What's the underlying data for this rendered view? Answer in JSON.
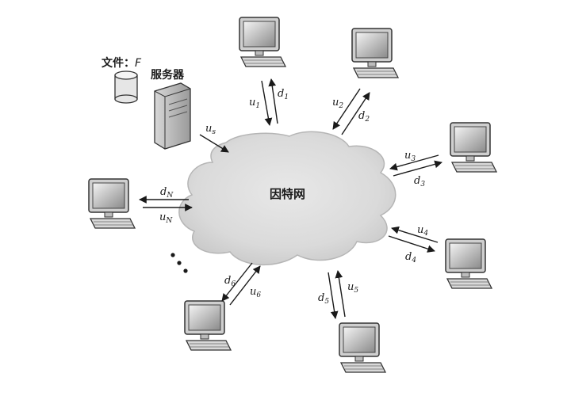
{
  "diagram": {
    "file_label": "文件：",
    "file_var": "F",
    "server_label": "服务器",
    "internet_label": "因特网",
    "server_link": {
      "u_var": "u",
      "u_sub": "s"
    },
    "links": [
      {
        "id": "1",
        "u_var": "u",
        "u_sub": "1",
        "d_var": "d",
        "d_sub": "1"
      },
      {
        "id": "2",
        "u_var": "u",
        "u_sub": "2",
        "d_var": "d",
        "d_sub": "2"
      },
      {
        "id": "3",
        "u_var": "u",
        "u_sub": "3",
        "d_var": "d",
        "d_sub": "3"
      },
      {
        "id": "4",
        "u_var": "u",
        "u_sub": "4",
        "d_var": "d",
        "d_sub": "4"
      },
      {
        "id": "5",
        "u_var": "u",
        "u_sub": "5",
        "d_var": "d",
        "d_sub": "5"
      },
      {
        "id": "6",
        "u_var": "u",
        "u_sub": "6",
        "d_var": "d",
        "d_sub": "6"
      },
      {
        "id": "N",
        "u_var": "u",
        "u_sub": "N",
        "d_var": "d",
        "d_sub": "N"
      }
    ]
  }
}
